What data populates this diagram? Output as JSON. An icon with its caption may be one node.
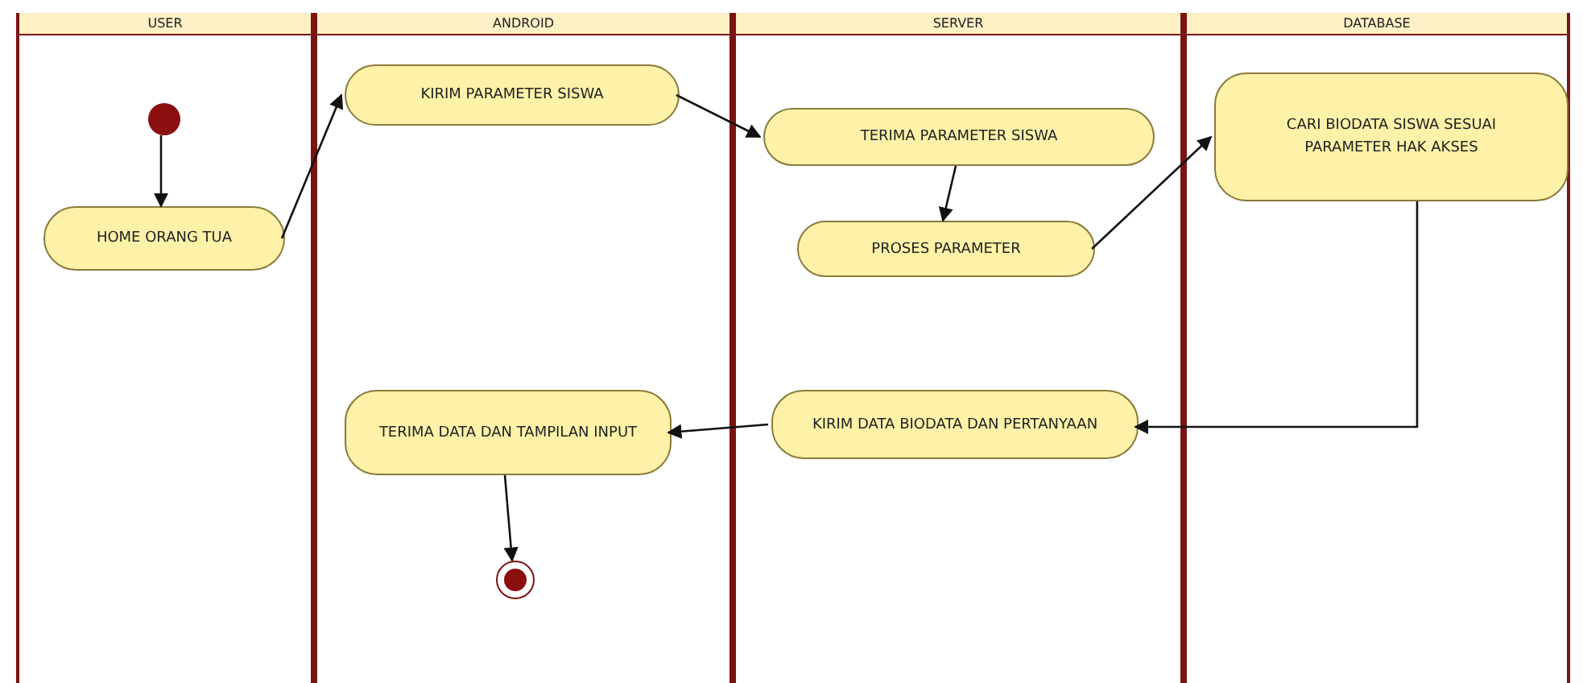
{
  "diagram": {
    "nodes": [
      {
        "text": [
          "USER"
        ]
      },
      {
        "text": [
          "ANDROID"
        ]
      },
      {
        "text": [
          "SERVER"
        ]
      },
      {
        "text": [
          "DATABASE"
        ]
      },
      {
        "text": [],
        "shape": "circle",
        "in": 0
      },
      {
        "text": [
          "HOME ORANG TUA"
        ],
        "in": 0
      },
      {
        "text": [
          "KIRIM PARAMETER SISWA"
        ],
        "in": 1
      },
      {
        "text": [
          "TERIMA PARAMETER SISWA"
        ],
        "in": 2
      },
      {
        "text": [
          "PROSES PARAMETER"
        ],
        "in": 2
      },
      {
        "text": [
          "CARI BIODATA SISWA SESUAI PARAMETER HAK AKSES"
        ],
        "in": 3
      },
      {
        "text": [
          "KIRIM DATA BIODATA DAN PERTANYAAN"
        ],
        "in": 2
      },
      {
        "text": [
          "TERIMA DATA DAN TAMPILAN INPUT"
        ],
        "in": 1
      },
      {
        "text": [],
        "shape": "circle",
        "in": 1
      }
    ],
    "edges": [
      {
        "from": 4,
        "to": 5,
        "arrow": "to"
      },
      {
        "from": 5,
        "to": 6,
        "arrow": "to"
      },
      {
        "from": 6,
        "to": 7,
        "arrow": "to"
      },
      {
        "from": 7,
        "to": 8,
        "arrow": "to"
      },
      {
        "from": 8,
        "to": 9,
        "arrow": "to"
      },
      {
        "from": 9,
        "to": 10,
        "arrow": "to"
      },
      {
        "from": 10,
        "to": 11,
        "arrow": "to"
      },
      {
        "from": 11,
        "to": 12,
        "arrow": "to"
      }
    ]
  }
}
